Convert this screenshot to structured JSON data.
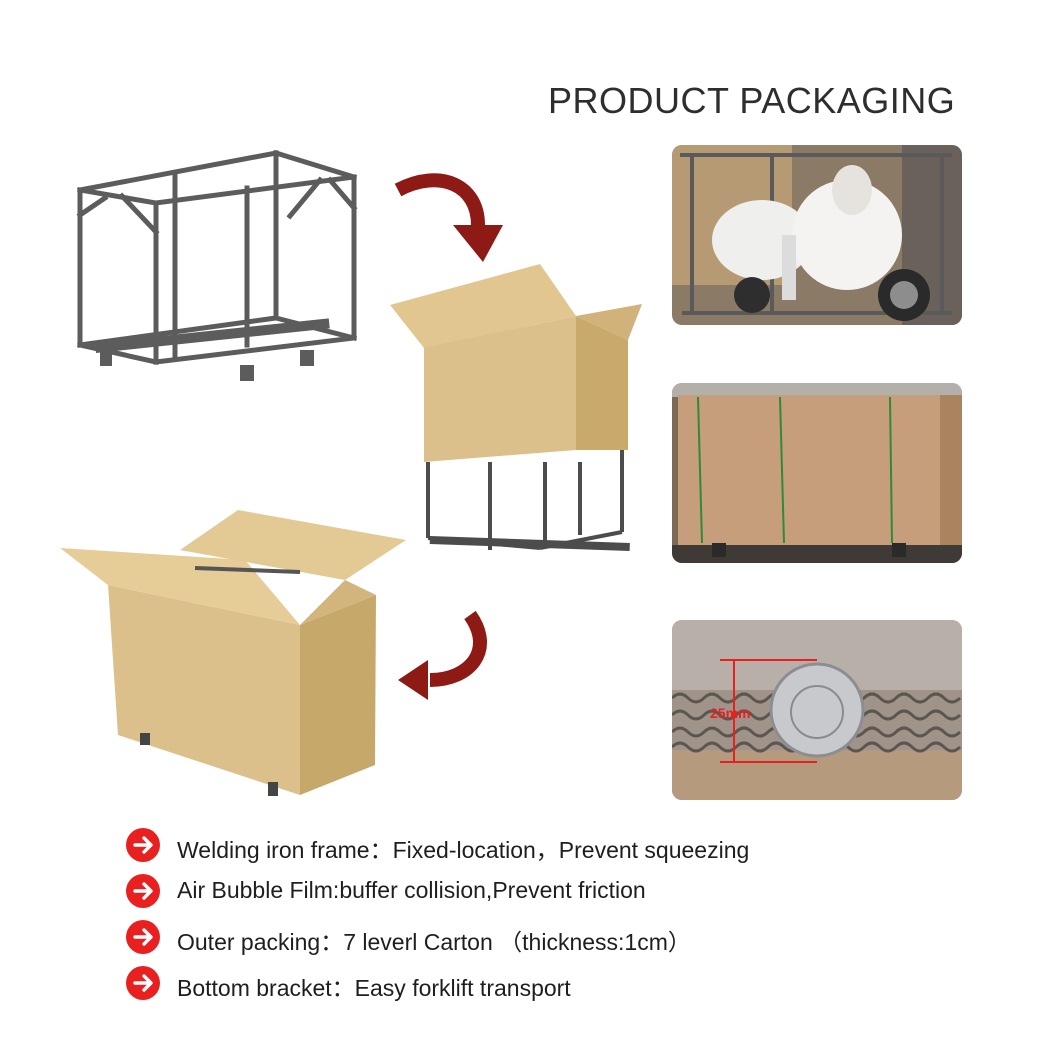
{
  "title": "PRODUCT PACKAGING",
  "colors": {
    "accent": "#e8201f",
    "arrow": "#8e1a16",
    "frame": "#5c5c5c",
    "carton": "#d8bd86"
  },
  "icons": [
    "curved-arrow-icon",
    "arrow-right-circle-icon"
  ],
  "photos": [
    {
      "name": "scooter-in-frame-photo"
    },
    {
      "name": "strapped-carton-photo"
    },
    {
      "name": "carton-thickness-photo",
      "measure_label": "25mm"
    }
  ],
  "features": [
    {
      "text": "Welding iron frame：Fixed-location，Prevent squeezing"
    },
    {
      "text": "Air Bubble Film:buffer collision,Prevent friction"
    },
    {
      "text": "Outer packing：7 leverl Carton （thickness:1cm）"
    },
    {
      "text": "Bottom bracket：Easy forklift transport"
    }
  ]
}
